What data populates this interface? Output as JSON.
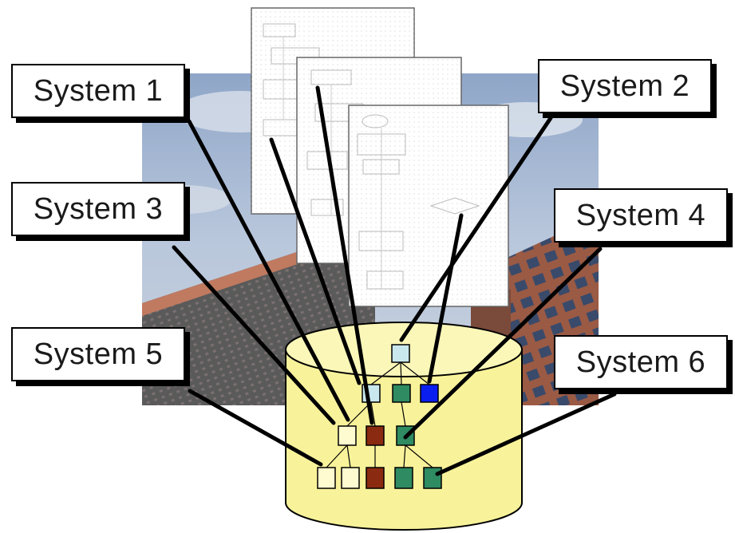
{
  "systems": [
    {
      "id": "s1",
      "label": "System 1"
    },
    {
      "id": "s2",
      "label": "System 2"
    },
    {
      "id": "s3",
      "label": "System 3"
    },
    {
      "id": "s4",
      "label": "System 4"
    },
    {
      "id": "s5",
      "label": "System 5"
    },
    {
      "id": "s6",
      "label": "System 6"
    }
  ],
  "colors": {
    "cylinder_fill": "#f8f29a",
    "node_pale_yellow": "#fffbd0",
    "node_light_blue": "#c8e8ee",
    "node_green": "#2e8b62",
    "node_blue": "#0a1ef0",
    "node_brown": "#8a2a10",
    "connector": "#000000",
    "sky": "#aabbd4",
    "brick": "#8a4a3a"
  }
}
